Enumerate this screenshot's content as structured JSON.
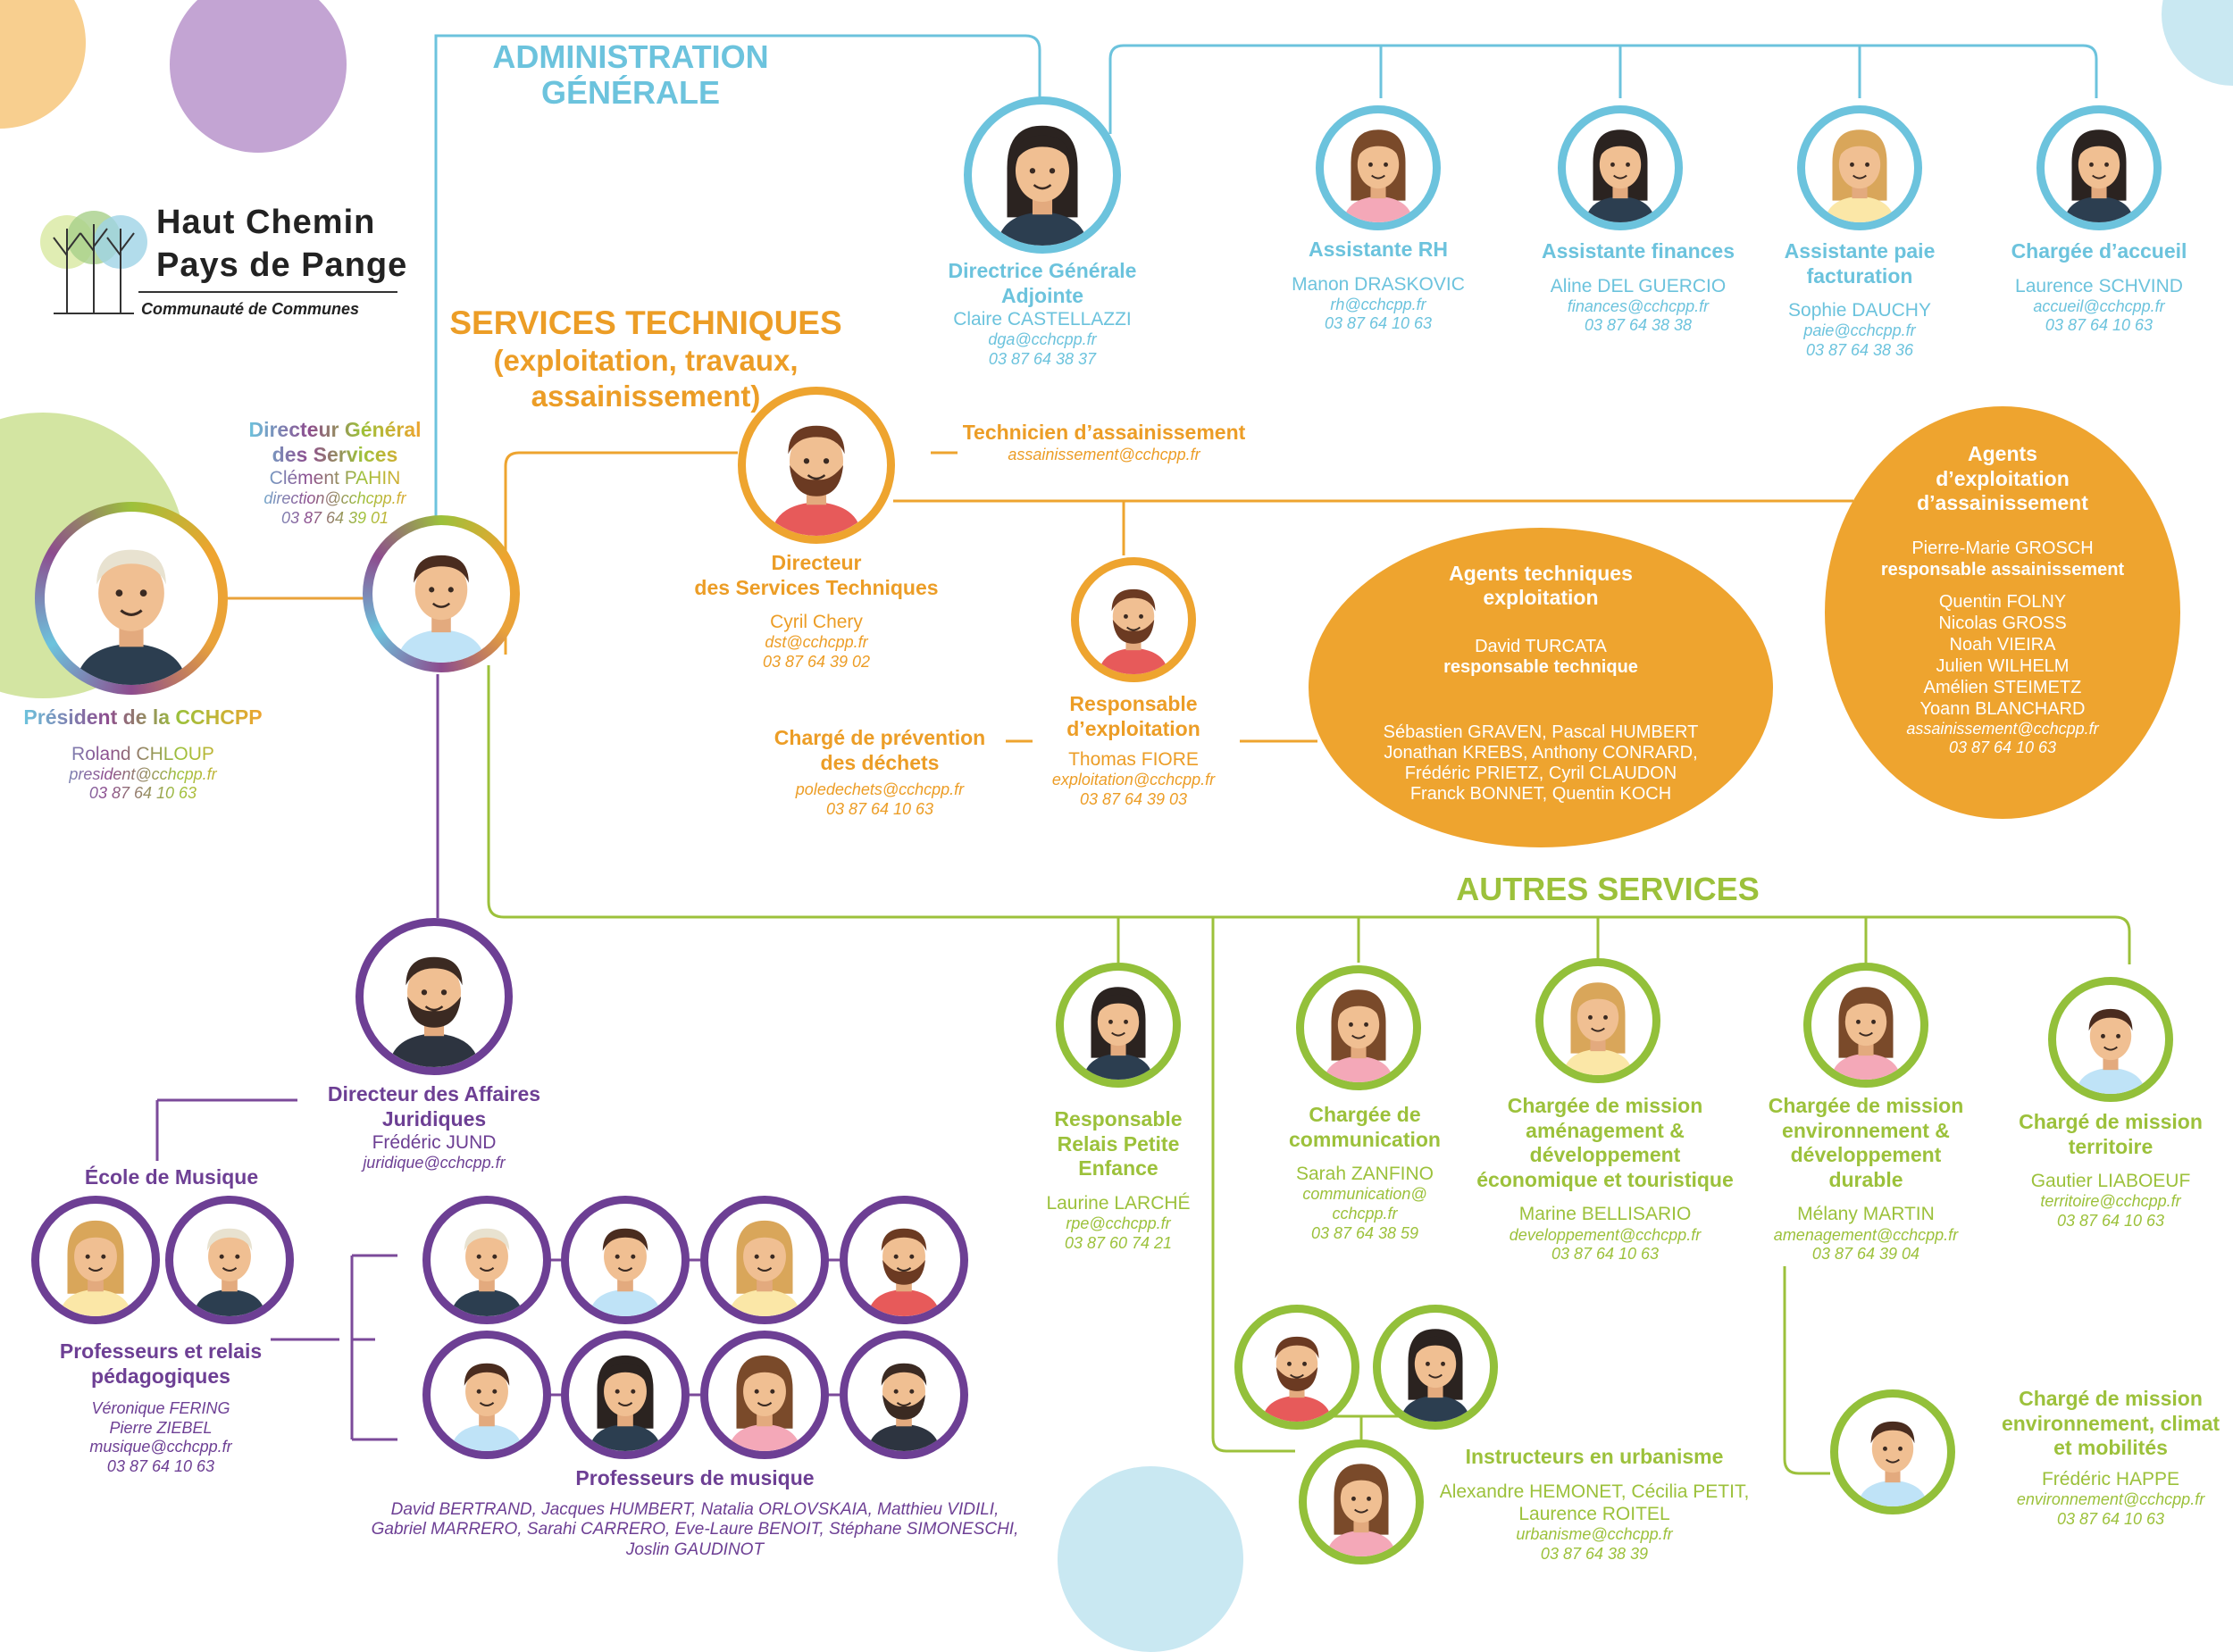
{
  "logo": {
    "line1": "Haut Chemin",
    "line2": "Pays de Pange",
    "sub": "Communauté de Communes"
  },
  "colors": {
    "admin": "#6cc3dd",
    "technique": "#eea42f",
    "autres": "#9cc13b",
    "juridique": "#6d3f94"
  },
  "admin": {
    "title1": "ADMINISTRATION",
    "title2": "GÉNÉRALE",
    "dga": {
      "title1": "Directrice Générale",
      "title2": "Adjointe",
      "name": "Claire CASTELLAZZI",
      "email": "dga@cchcpp.fr",
      "phone": "03 87 64 38 37"
    },
    "staff": [
      {
        "title1": "Assistante RH",
        "title2": "",
        "name": "Manon DRASKOVIC",
        "email": "rh@cchcpp.fr",
        "phone": "03 87 64 10 63"
      },
      {
        "title1": "Assistante finances",
        "title2": "",
        "name": "Aline DEL GUERCIO",
        "email": "finances@cchcpp.fr",
        "phone": "03 87 64 38 38"
      },
      {
        "title1": "Assistante paie",
        "title2": "facturation",
        "name": "Sophie DAUCHY",
        "email": "paie@cchcpp.fr",
        "phone": "03 87 64 38 36"
      },
      {
        "title1": "Chargée d’accueil",
        "title2": "",
        "name": "Laurence SCHVIND",
        "email": "accueil@cchcpp.fr",
        "phone": "03 87 64 10 63"
      }
    ]
  },
  "president": {
    "title": "Président de la CCHCPP",
    "name": "Roland CHLOUP",
    "email": "president@cchcpp.fr",
    "phone": "03 87 64 10 63"
  },
  "dgs": {
    "title1": "Directeur Général",
    "title2": "des Services",
    "name": "Clément PAHIN",
    "email": "direction@cchcpp.fr",
    "phone": "03 87 64 39 01"
  },
  "tech": {
    "title1": "SERVICES TECHNIQUES",
    "title2": "(exploitation, travaux,",
    "title3": "assainissement)",
    "director": {
      "title1": "Directeur",
      "title2": "des Services Techniques",
      "name": "Cyril Chery",
      "email": "dst@cchcpp.fr",
      "phone": "03 87 64 39 02"
    },
    "technicien": {
      "title": "Technicien d’assainissement",
      "email": "assainissement@cchcpp.fr"
    },
    "exploitation": {
      "title1": "Responsable",
      "title2": "d’exploitation",
      "name": "Thomas FIORE",
      "email": "exploitation@cchcpp.fr",
      "phone": "03 87 64 39 03"
    },
    "dechets": {
      "title1": "Chargé de prévention",
      "title2": "des déchets",
      "email": "poledechets@cchcpp.fr",
      "phone": "03 87 64 10 63"
    },
    "agents_tech": {
      "title1": "Agents techniques",
      "title2": "exploitation",
      "lead": "David TURCATA",
      "lead_role": "responsable technique",
      "members": [
        "Sébastien GRAVEN, Pascal HUMBERT",
        "Jonathan KREBS, Anthony CONRARD,",
        "Frédéric PRIETZ, Cyril CLAUDON",
        "Franck BONNET, Quentin KOCH"
      ]
    },
    "agents_assain": {
      "title1": "Agents",
      "title2": "d’exploitation",
      "title3": "d’assainissement",
      "lead": "Pierre-Marie GROSCH",
      "lead_role": "responsable assainissement",
      "members": [
        "Quentin FOLNY",
        "Nicolas GROSS",
        "Noah VIEIRA",
        "Julien WILHELM",
        "Amélien STEIMETZ",
        "Yoann BLANCHARD"
      ],
      "email": "assainissement@cchcpp.fr",
      "phone": "03 87 64 10 63"
    }
  },
  "autres": {
    "title": "AUTRES SERVICES",
    "staff": [
      {
        "t1": "Responsable",
        "t2": "Relais Petite",
        "t3": "Enfance",
        "t4": "",
        "name": "Laurine LARCHÉ",
        "email": "rpe@cchcpp.fr",
        "email2": "",
        "phone": "03 87 60 74 21"
      },
      {
        "t1": "Chargée de",
        "t2": "communication",
        "t3": "",
        "t4": "",
        "name": "Sarah ZANFINO",
        "email": "communication@",
        "email2": "cchcpp.fr",
        "phone": "03 87 64 38 59"
      },
      {
        "t1": "Chargée de mission",
        "t2": "aménagement &",
        "t3": "développement",
        "t4": "économique et touristique",
        "name": "Marine BELLISARIO",
        "email": "developpement@cchcpp.fr",
        "email2": "",
        "phone": "03 87 64 10 63"
      },
      {
        "t1": "Chargée de mission",
        "t2": "environnement &",
        "t3": "développement",
        "t4": "durable",
        "name": "Mélany MARTIN",
        "email": "amenagement@cchcpp.fr",
        "email2": "",
        "phone": "03 87 64 39 04"
      },
      {
        "t1": "Chargé de mission",
        "t2": "territoire",
        "t3": "",
        "t4": "",
        "name": "Gautier LIABOEUF",
        "email": "territoire@cchcpp.fr",
        "email2": "",
        "phone": "03 87 64 10 63"
      }
    ],
    "urbanisme": {
      "title": "Instructeurs en urbanisme",
      "names1": "Alexandre HEMONET, Cécilia PETIT,",
      "names2": "Laurence ROITEL",
      "email": "urbanisme@cchcpp.fr",
      "phone": "03 87 64 38 39"
    },
    "climat": {
      "t1": "Chargé de mission",
      "t2": "environnement, climat",
      "t3": "et mobilités",
      "name": "Frédéric HAPPE",
      "email": "environnement@cchcpp.fr",
      "phone": "03 87 64 10 63"
    }
  },
  "juridique": {
    "title1": "Directeur des Affaires",
    "title2": "Juridiques",
    "name": "Frédéric JUND",
    "email": "juridique@cchcpp.fr",
    "ecole": "École de Musique",
    "relais": {
      "title1": "Professeurs et relais",
      "title2": "pédagogiques",
      "name1": "Véronique FERING",
      "name2": "Pierre ZIEBEL",
      "email": "musique@cchcpp.fr",
      "phone": "03 87 64 10 63"
    },
    "profs": {
      "title": "Professeurs de musique",
      "line1": "David BERTRAND, Jacques HUMBERT, Natalia ORLOVSKAIA, Matthieu VIDILI,",
      "line2": "Gabriel MARRERO, Sarahi CARRERO, Eve-Laure BENOIT, Stéphane SIMONESCHI,",
      "line3": "Joslin GAUDINOT"
    }
  }
}
